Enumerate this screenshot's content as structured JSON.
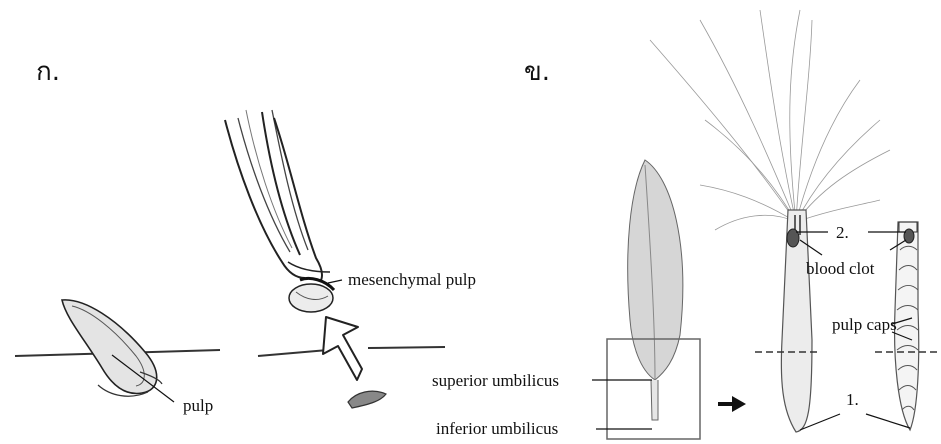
{
  "panels": {
    "a": {
      "label": "ก.",
      "annotations": {
        "mesenchymal_pulp": "mesenchymal pulp",
        "pulp": "pulp"
      }
    },
    "b": {
      "label": "ข.",
      "annotations": {
        "superior_umbilicus": "superior umbilicus",
        "inferior_umbilicus": "inferior umbilicus",
        "number_2": "2.",
        "blood_clot": "blood clot",
        "pulp_caps": "pulp caps",
        "number_1": "1."
      }
    }
  }
}
